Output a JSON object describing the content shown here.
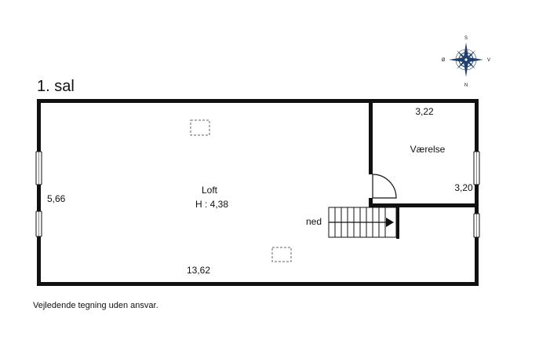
{
  "floor": {
    "title": "1. sal"
  },
  "rooms": {
    "loft": {
      "name": "Loft",
      "height": "H : 4,38"
    },
    "vaerelse": {
      "name": "Værelse"
    }
  },
  "dimensions": {
    "loft_width": "13,62",
    "loft_depth": "5,66",
    "vaerelse_width": "3,22",
    "vaerelse_depth": "3,20"
  },
  "stair": {
    "label": "ned"
  },
  "compass": {
    "north": "N",
    "south": "S",
    "east": "Ø",
    "west": "V"
  },
  "disclaimer": "Vejledende tegning uden ansvar."
}
